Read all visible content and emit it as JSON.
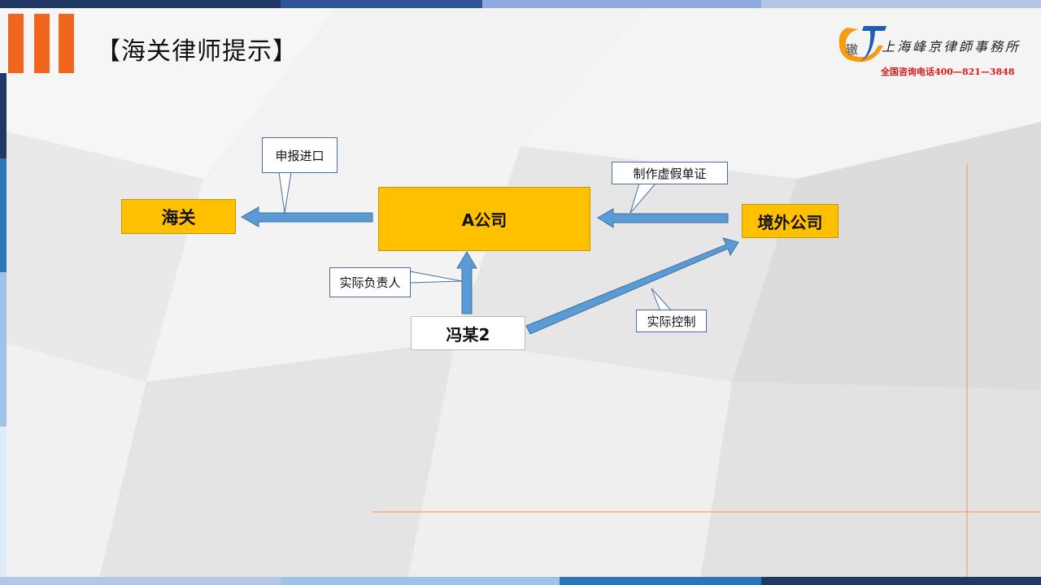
{
  "header": {
    "title": "【海关律师提示】"
  },
  "logo": {
    "mark": "辙",
    "name": "上海峰京律師事務所",
    "phone": "全国咨询电话400—821—3848"
  },
  "diagram": {
    "nodes": {
      "customs": "海关",
      "company_a": "A公司",
      "foreign_company": "境外公司",
      "feng": "冯某2"
    },
    "callouts": {
      "declare_import": "申报进口",
      "fake_documents": "制作虚假单证",
      "actual_responsible": "实际负责人",
      "actual_control": "实际控制"
    }
  },
  "colors": {
    "accent_orange": "#f0661f",
    "node_fill": "#ffc000",
    "arrow_fill": "#5b9bd5",
    "arrow_stroke": "#41719c",
    "phone_red": "#e0161a"
  }
}
